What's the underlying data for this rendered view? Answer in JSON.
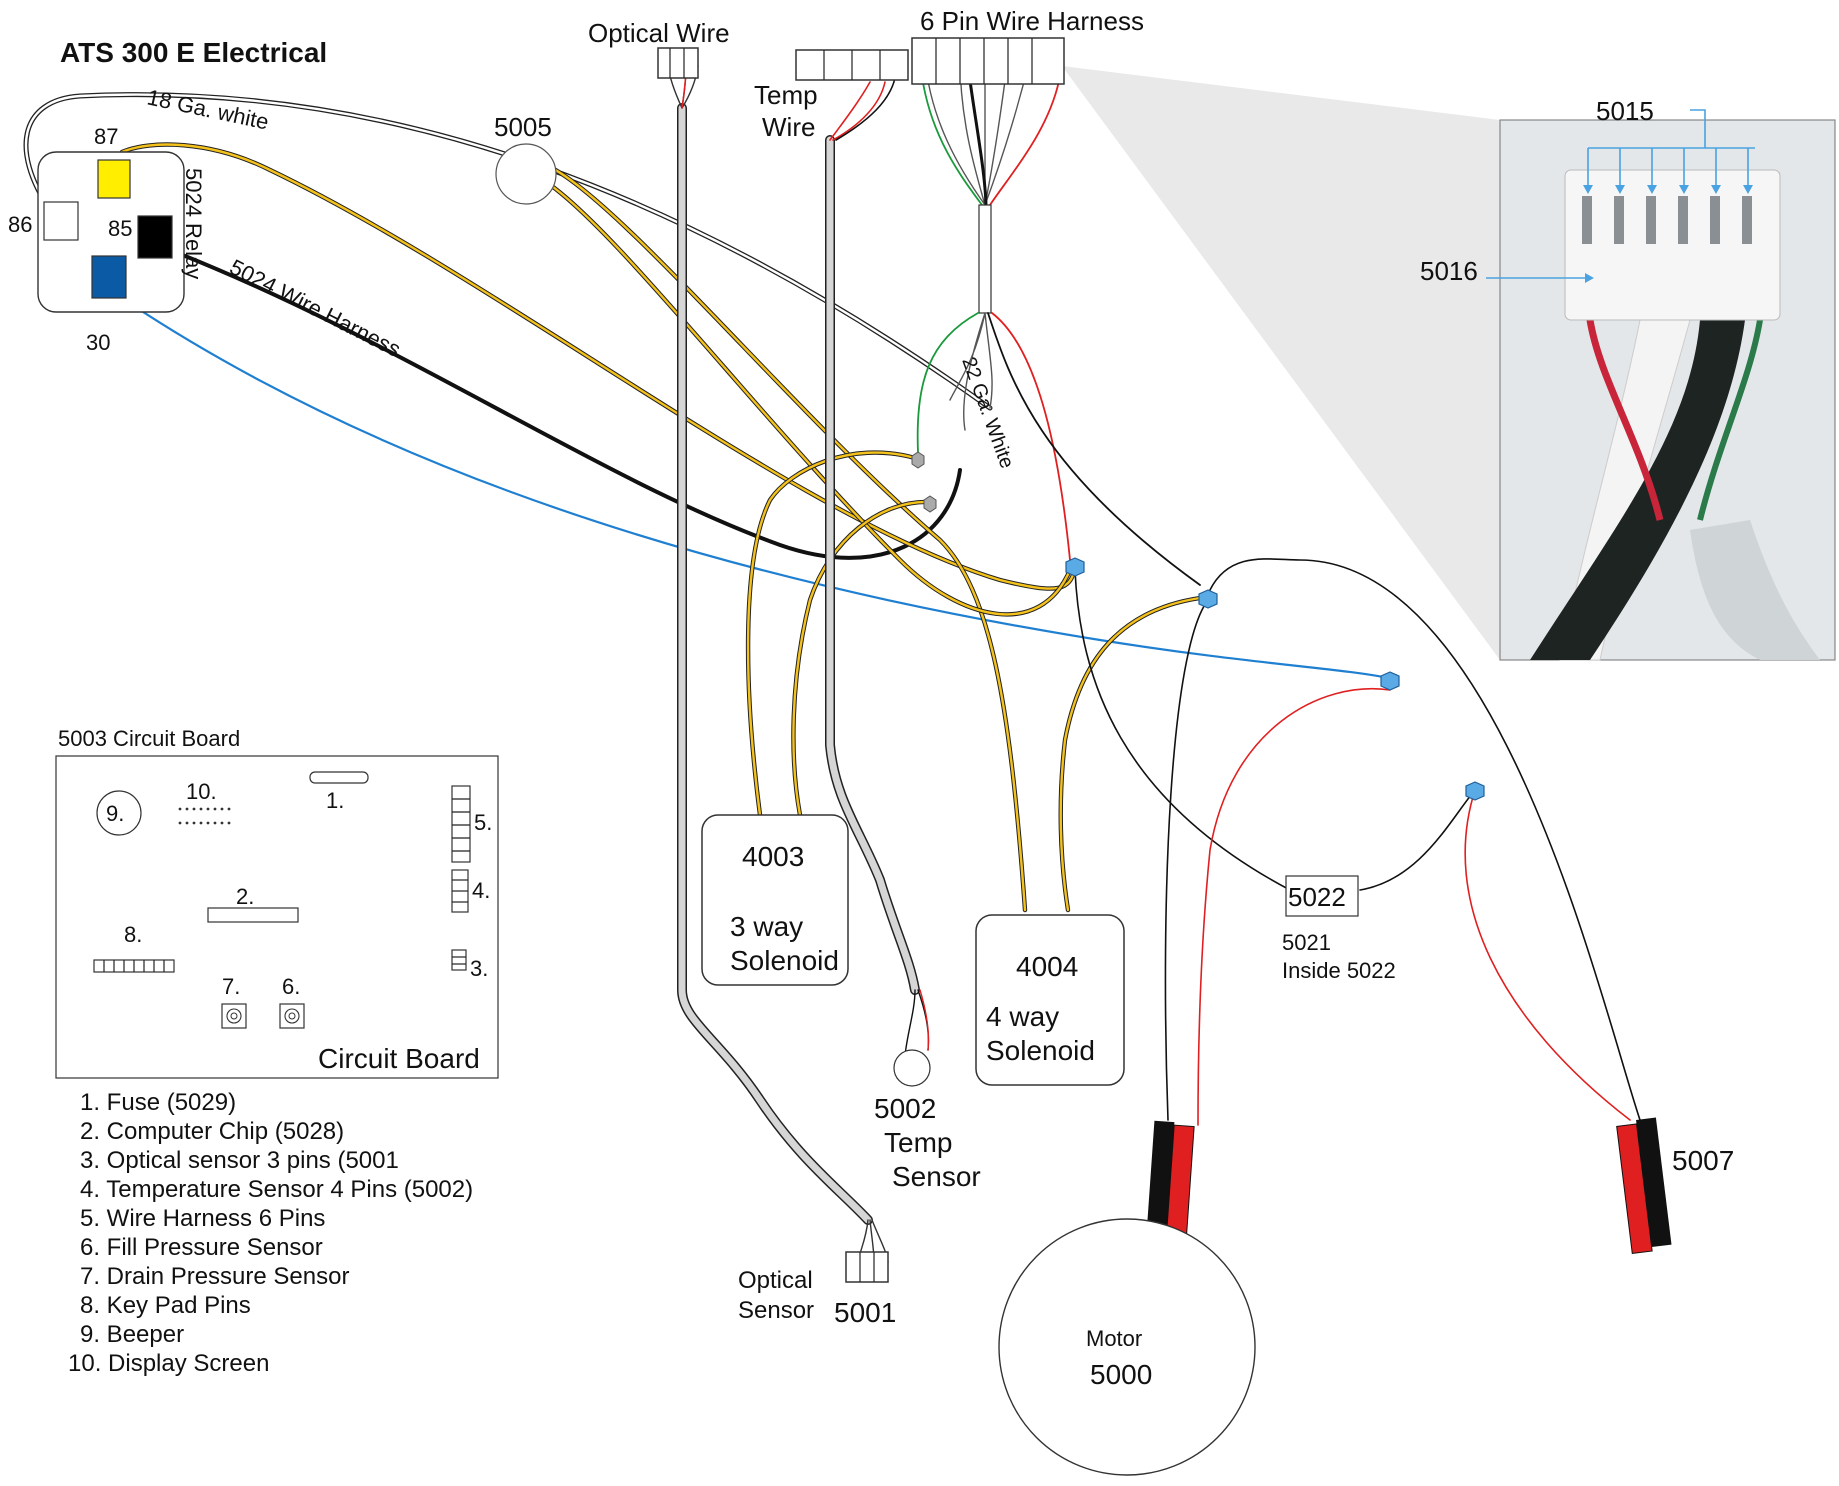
{
  "title": "ATS 300 E Electrical",
  "relay": {
    "label": "5024 Relay",
    "pins": [
      "87",
      "86",
      "85",
      "30"
    ],
    "colors": {
      "p87": "#ffee00",
      "p85": "#000000",
      "p30": "#0a5aa6",
      "p86": "#ffffff"
    }
  },
  "wires": {
    "white18": "18 Ga. white",
    "harness5024": "5024 Wire Harness",
    "white22": "22 Ga. White",
    "colors": {
      "yellow": "#f5c21b",
      "black": "#111111",
      "blue": "#1f7fd0",
      "red": "#e02020",
      "green": "#1a9a3a",
      "gray": "#cfcfcf"
    }
  },
  "connectors": {
    "optical_wire": "Optical Wire",
    "temp_wire": [
      "Temp",
      "Wire"
    ],
    "six_pin": "6 Pin Wire Harness",
    "c5005": "5005",
    "optical_sensor": [
      "Optical",
      "Sensor"
    ],
    "c5001": "5001"
  },
  "components": {
    "s4003": {
      "code": "4003",
      "name": [
        "3 way",
        "Solenoid"
      ]
    },
    "s4004": {
      "code": "4004",
      "name": [
        "4 way",
        "Solenoid"
      ]
    },
    "temp_sensor": [
      "5002",
      "Temp",
      "Sensor"
    ],
    "c5022": "5022",
    "c5021": "5021",
    "c5021_note": "Inside 5022",
    "motor": {
      "label": "Motor",
      "code": "5000"
    },
    "c5007": "5007"
  },
  "photo": {
    "c5015": "5015",
    "c5016": "5016"
  },
  "circuit_board": {
    "heading": "5003 Circuit Board",
    "caption": "Circuit Board",
    "markers": [
      "1.",
      "2.",
      "3.",
      "4.",
      "5.",
      "6.",
      "7.",
      "8.",
      "9.",
      "10."
    ]
  },
  "legend": [
    "1. Fuse (5029)",
    "2. Computer Chip (5028)",
    "3. Optical sensor 3 pins (5001",
    "4. Temperature Sensor 4 Pins (5002)",
    "5. Wire Harness 6 Pins",
    "6. Fill Pressure Sensor",
    "7. Drain Pressure Sensor",
    "8. Key Pad Pins",
    "9. Beeper",
    "10. Display Screen"
  ]
}
